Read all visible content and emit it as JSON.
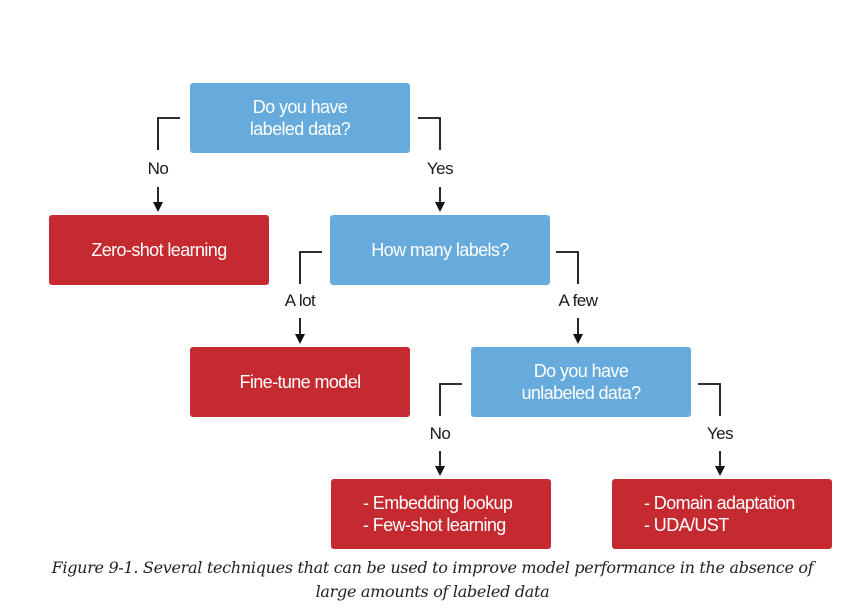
{
  "nodes": {
    "q_labeled": "Do you have\nlabeled data?",
    "zero_shot": "Zero-shot learning",
    "q_how_many": "How many labels?",
    "fine_tune": "Fine-tune model",
    "q_unlabeled": "Do you have\nunlabeled data?",
    "few_shot": "- Embedding lookup\n- Few-shot learning",
    "domain_adapt": "- Domain adaptation\n- UDA/UST"
  },
  "edges": {
    "labeled_no": "No",
    "labeled_yes": "Yes",
    "howmany_alot": "A lot",
    "howmany_afew": "A few",
    "unlabeled_no": "No",
    "unlabeled_yes": "Yes"
  },
  "colors": {
    "question": "#67abdc",
    "technique": "#c62a31"
  },
  "caption": {
    "line1": "Figure 9-1. Several techniques that can be used to improve model performance in the absence of",
    "line2": "large amounts of labeled data"
  }
}
